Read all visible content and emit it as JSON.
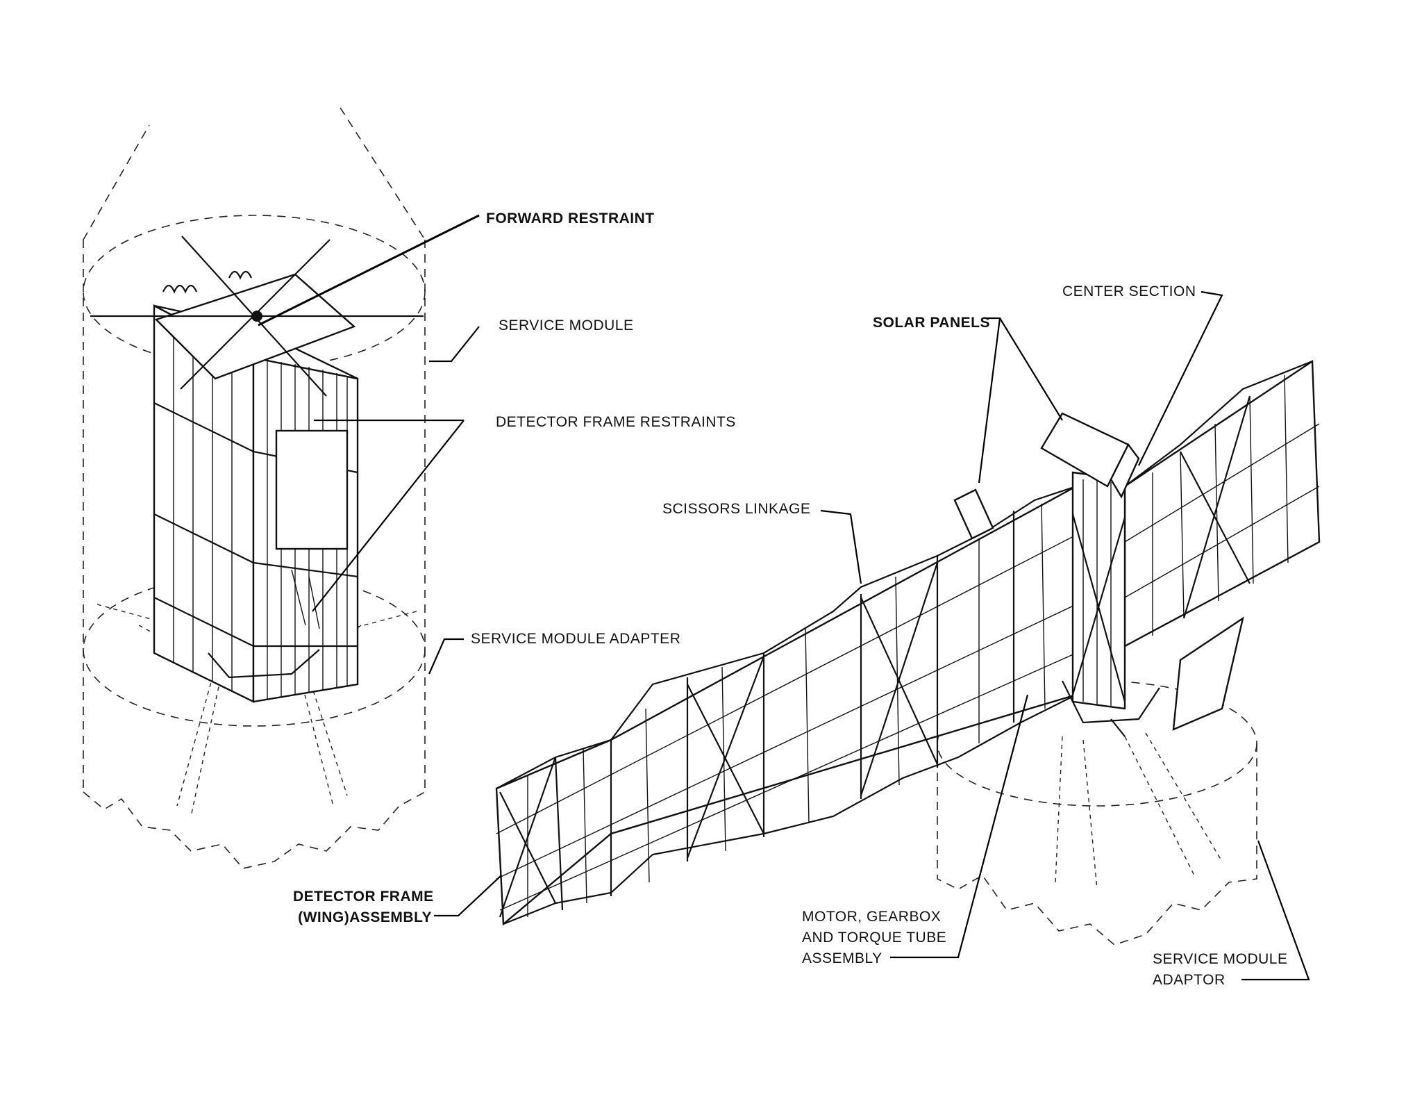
{
  "labels": {
    "forward_restraint": "FORWARD RESTRAINT",
    "service_module": "SERVICE MODULE",
    "detector_frame_restraints": "DETECTOR FRAME RESTRAINTS",
    "service_module_adapter": "SERVICE MODULE ADAPTER",
    "center_section": "CENTER SECTION",
    "solar_panels": "SOLAR PANELS",
    "scissors_linkage": "SCISSORS LINKAGE",
    "detector_frame_wing_line1": "DETECTOR FRAME",
    "detector_frame_wing_line2": "(WING)ASSEMBLY",
    "motor_line1": "MOTOR, GEARBOX",
    "motor_line2": "AND TORQUE TUBE",
    "motor_line3": "ASSEMBLY",
    "service_module_adaptor_line1": "SERVICE MODULE",
    "service_module_adaptor_line2": "ADAPTOR"
  },
  "colors": {
    "ink": "#111111",
    "paper": "#ffffff"
  }
}
